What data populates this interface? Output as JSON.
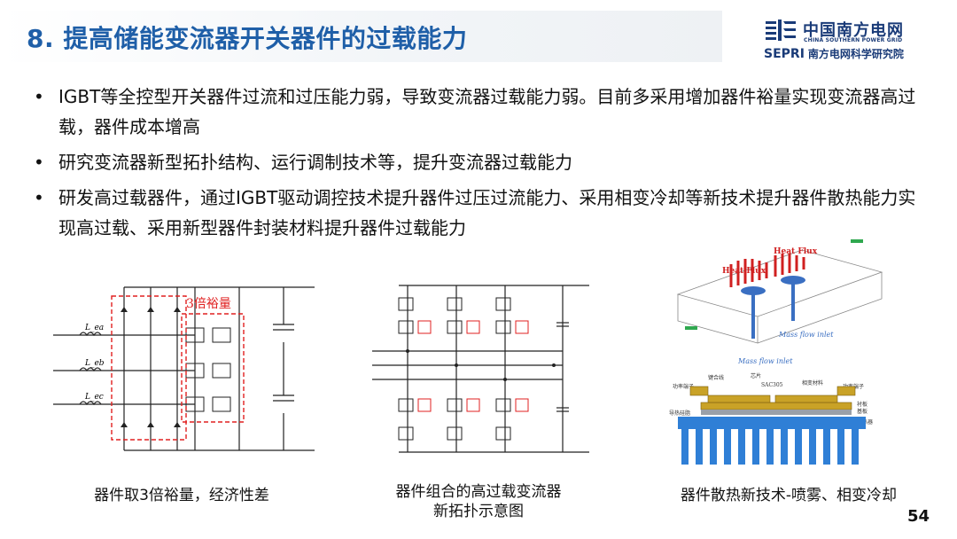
{
  "header": {
    "title": "8. 提高储能变流器开关器件的过载能力",
    "logo_cn": "中国南方电网",
    "logo_en": "CHINA SOUTHERN POWER GRID",
    "logo_sepri": "SEPRI",
    "logo_sepri_cn": "南方电网科学研究院"
  },
  "bullets": [
    {
      "text": "IGBT等全控型开关器件过流和过压能力弱，导致变流器过载能力弱。目前多采用增加器件裕量实现变流器高过载，器件成本增高"
    },
    {
      "text": "研究变流器新型拓扑结构、运行调制技术等，提升变流器过载能力"
    },
    {
      "text": "研发高过载器件，通过IGBT驱动调控技术提升器件过压过流能力、采用相变冷却等新技术提升器件散热能力实现高过载、采用新型器件封装材料提升器件过载能力"
    }
  ],
  "figures": {
    "fig1": {
      "margin_label": "3倍裕量",
      "inductors": [
        "L_ea",
        "L_eb",
        "L_ec"
      ],
      "caption": "器件取3倍裕量，经济性差"
    },
    "fig2": {
      "caption_line1": "器件组合的高过载变流器",
      "caption_line2": "新拓扑示意图"
    },
    "fig3": {
      "heat_flux_1": "Heat Flux",
      "heat_flux_2": "Heat Flux",
      "mass_flow_1": "Mass flow inlet",
      "mass_flow_2": "Mass flow inlet",
      "labels": [
        "功率端子",
        "键合线",
        "芯片",
        "SAC305",
        "相变材料",
        "功率端子",
        "衬板",
        "基板",
        "导热硅脂",
        "散热器"
      ],
      "caption": "器件散热新技术-喷雾、相变冷却"
    }
  },
  "page_number": "54",
  "colors": {
    "title": "#1f5fa8",
    "logo": "#1a3b78",
    "accent_red": "#e02020"
  }
}
